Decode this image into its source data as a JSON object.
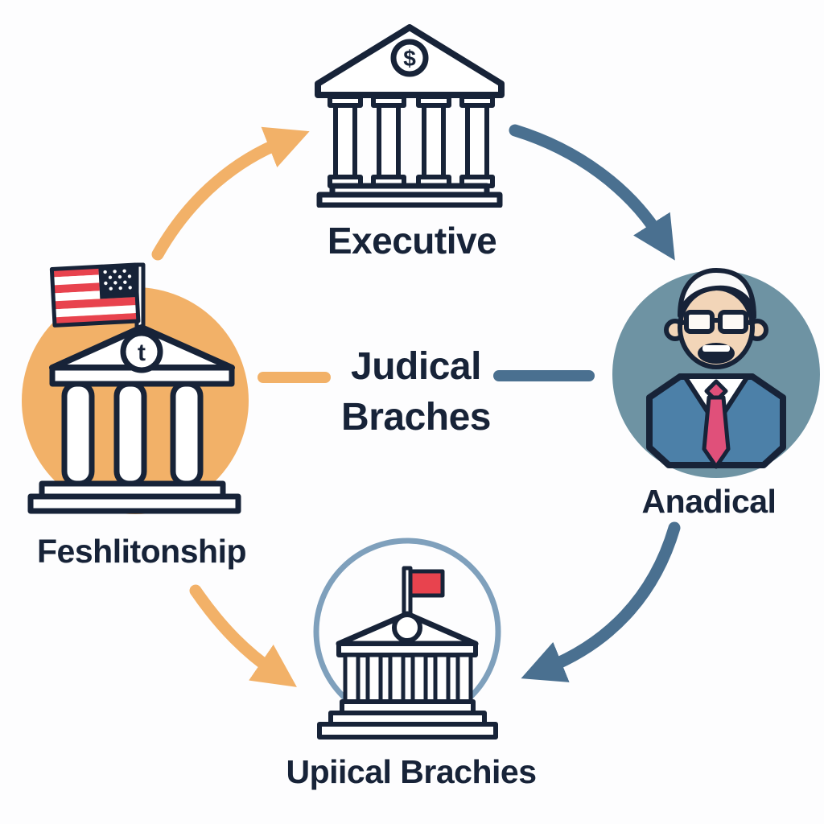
{
  "colors": {
    "navy": "#172338",
    "orange": "#F2B168",
    "steel-blue": "#4A7090",
    "circle-blue": "#6E93A3",
    "ring-blue": "#7FA0BC",
    "suit-blue": "#4C80A8",
    "tie-pink": "#E0507A",
    "skin": "#F2D5B8",
    "flag-red": "#E8434E",
    "hair-white": "#FAFAFA",
    "background": "#FDFDFE",
    "text": "#172338"
  },
  "center_title": {
    "line1": "Judical",
    "line2": "Braches"
  },
  "nodes": {
    "top": {
      "label": "Executive",
      "icon": "bank-building-icon",
      "pediment_symbol": "$"
    },
    "left": {
      "label": "Feshlitonship",
      "icon": "capitol-us-flag-icon",
      "pediment_symbol": "t"
    },
    "right": {
      "label": "Anadical",
      "icon": "politician-portrait-icon"
    },
    "bottom": {
      "label": "Upiical Brachies",
      "icon": "parliament-red-flag-icon"
    }
  },
  "connectors": {
    "left_to_top": "orange-curved-arrow",
    "top_to_right": "blue-curved-arrow",
    "right_to_bottom": "blue-curved-arrow",
    "left_to_bottom": "orange-curved-arrow",
    "left_to_center": "orange-line",
    "center_to_right": "blue-line"
  }
}
